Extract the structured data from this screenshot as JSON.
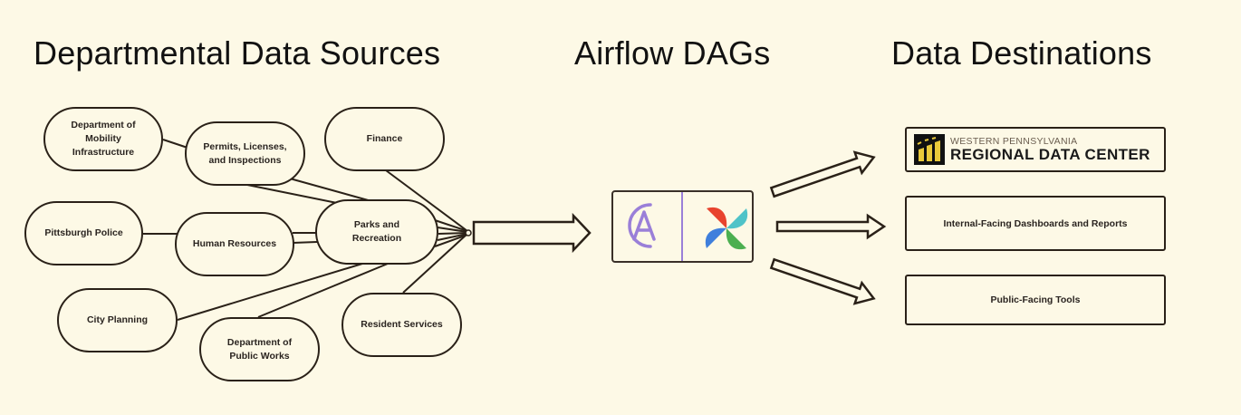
{
  "headings": {
    "sources": "Departmental Data Sources",
    "airflow": "Airflow DAGs",
    "destinations": "Data Destinations"
  },
  "sources": {
    "mobility": "Department of\nMobility\nInfrastructure",
    "permits": "Permits, Licenses,\nand Inspections",
    "finance": "Finance",
    "police": "Pittsburgh Police",
    "hr": "Human Resources",
    "parks": "Parks and\nRecreation",
    "planning": "City Planning",
    "public_works": "Department of\nPublic Works",
    "resident": "Resident Services"
  },
  "airflow": {
    "logos": [
      "civic-analytics-logo",
      "apache-airflow-pinwheel-logo"
    ],
    "colors": {
      "ca_purple": "#9a7fd8",
      "red": "#e8432e",
      "teal": "#4fc3c8",
      "green": "#4caf50",
      "blue": "#3f7fdc"
    }
  },
  "destinations": {
    "wprdc_line1": "WESTERN PENNSYLVANIA",
    "wprdc_line2": "REGIONAL DATA CENTER",
    "internal": "Internal-Facing Dashboards and Reports",
    "public": "Public-Facing Tools"
  },
  "colors": {
    "background": "#fdf9e6",
    "stroke": "#2a2118",
    "wprdc_yellow": "#e9c93a"
  }
}
